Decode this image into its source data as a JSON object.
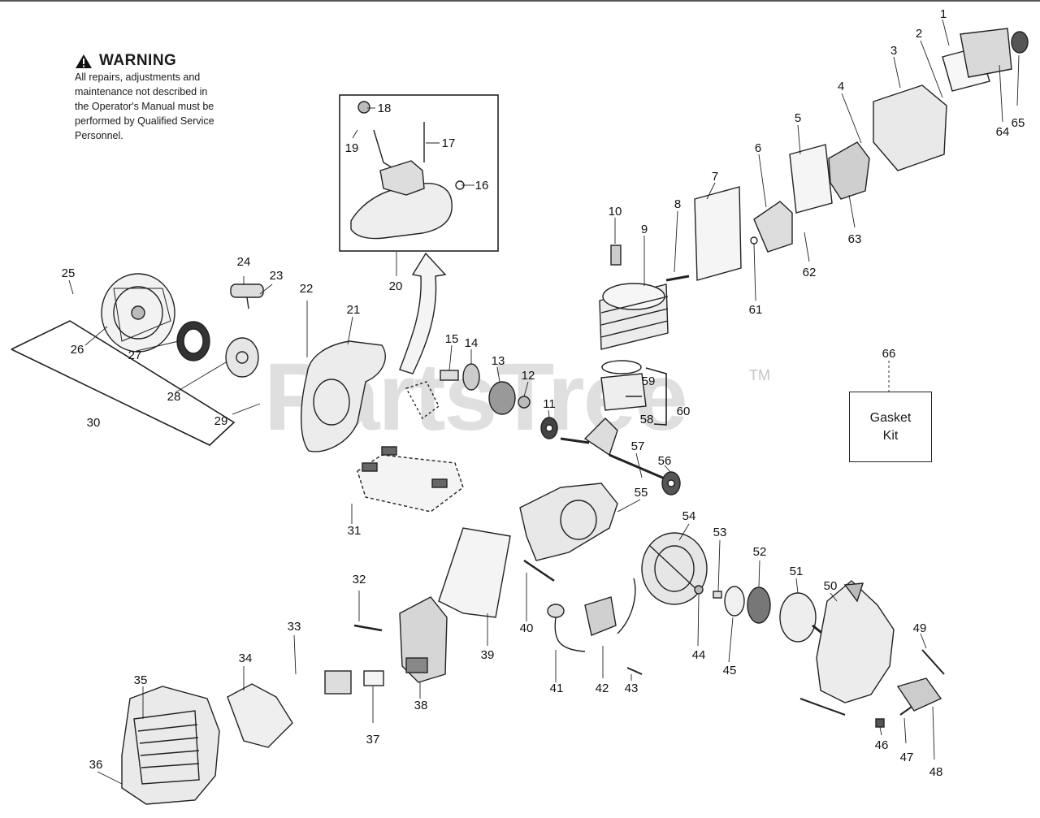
{
  "warning": {
    "title": "WARNING",
    "lines": [
      "All repairs, adjustments and",
      "maintenance not described in",
      "the Operator's Manual must be",
      "performed by Qualified Service",
      "Personnel."
    ]
  },
  "gasket_kit": {
    "line1": "Gasket",
    "line2": "Kit"
  },
  "watermark": {
    "text": "PartsTree",
    "tm": "TM"
  },
  "callouts": [
    {
      "id": "1",
      "label": "1"
    },
    {
      "id": "2",
      "label": "2"
    },
    {
      "id": "3",
      "label": "3"
    },
    {
      "id": "4",
      "label": "4"
    },
    {
      "id": "5",
      "label": "5"
    },
    {
      "id": "6",
      "label": "6"
    },
    {
      "id": "7",
      "label": "7"
    },
    {
      "id": "8",
      "label": "8"
    },
    {
      "id": "9",
      "label": "9"
    },
    {
      "id": "10",
      "label": "10"
    },
    {
      "id": "11",
      "label": "11"
    },
    {
      "id": "12",
      "label": "12"
    },
    {
      "id": "13",
      "label": "13"
    },
    {
      "id": "14",
      "label": "14"
    },
    {
      "id": "15",
      "label": "15"
    },
    {
      "id": "16",
      "label": "16"
    },
    {
      "id": "17",
      "label": "17"
    },
    {
      "id": "18",
      "label": "18"
    },
    {
      "id": "19",
      "label": "19"
    },
    {
      "id": "20",
      "label": "20"
    },
    {
      "id": "21",
      "label": "21"
    },
    {
      "id": "22",
      "label": "22"
    },
    {
      "id": "23",
      "label": "23"
    },
    {
      "id": "24",
      "label": "24"
    },
    {
      "id": "25",
      "label": "25"
    },
    {
      "id": "26",
      "label": "26"
    },
    {
      "id": "27",
      "label": "27"
    },
    {
      "id": "28",
      "label": "28"
    },
    {
      "id": "29",
      "label": "29"
    },
    {
      "id": "30",
      "label": "30"
    },
    {
      "id": "31",
      "label": "31"
    },
    {
      "id": "32",
      "label": "32"
    },
    {
      "id": "33",
      "label": "33"
    },
    {
      "id": "34",
      "label": "34"
    },
    {
      "id": "35",
      "label": "35"
    },
    {
      "id": "36",
      "label": "36"
    },
    {
      "id": "37",
      "label": "37"
    },
    {
      "id": "38",
      "label": "38"
    },
    {
      "id": "39",
      "label": "39"
    },
    {
      "id": "40",
      "label": "40"
    },
    {
      "id": "41",
      "label": "41"
    },
    {
      "id": "42",
      "label": "42"
    },
    {
      "id": "43",
      "label": "43"
    },
    {
      "id": "44",
      "label": "44"
    },
    {
      "id": "45",
      "label": "45"
    },
    {
      "id": "46",
      "label": "46"
    },
    {
      "id": "47",
      "label": "47"
    },
    {
      "id": "48",
      "label": "48"
    },
    {
      "id": "49",
      "label": "49"
    },
    {
      "id": "50",
      "label": "50"
    },
    {
      "id": "51",
      "label": "51"
    },
    {
      "id": "52",
      "label": "52"
    },
    {
      "id": "53",
      "label": "53"
    },
    {
      "id": "54",
      "label": "54"
    },
    {
      "id": "55",
      "label": "55"
    },
    {
      "id": "56",
      "label": "56"
    },
    {
      "id": "57",
      "label": "57"
    },
    {
      "id": "58",
      "label": "58"
    },
    {
      "id": "59",
      "label": "59"
    },
    {
      "id": "60",
      "label": "60"
    },
    {
      "id": "61",
      "label": "61"
    },
    {
      "id": "62",
      "label": "62"
    },
    {
      "id": "63",
      "label": "63"
    },
    {
      "id": "64",
      "label": "64"
    },
    {
      "id": "65",
      "label": "65"
    },
    {
      "id": "66",
      "label": "66"
    }
  ]
}
